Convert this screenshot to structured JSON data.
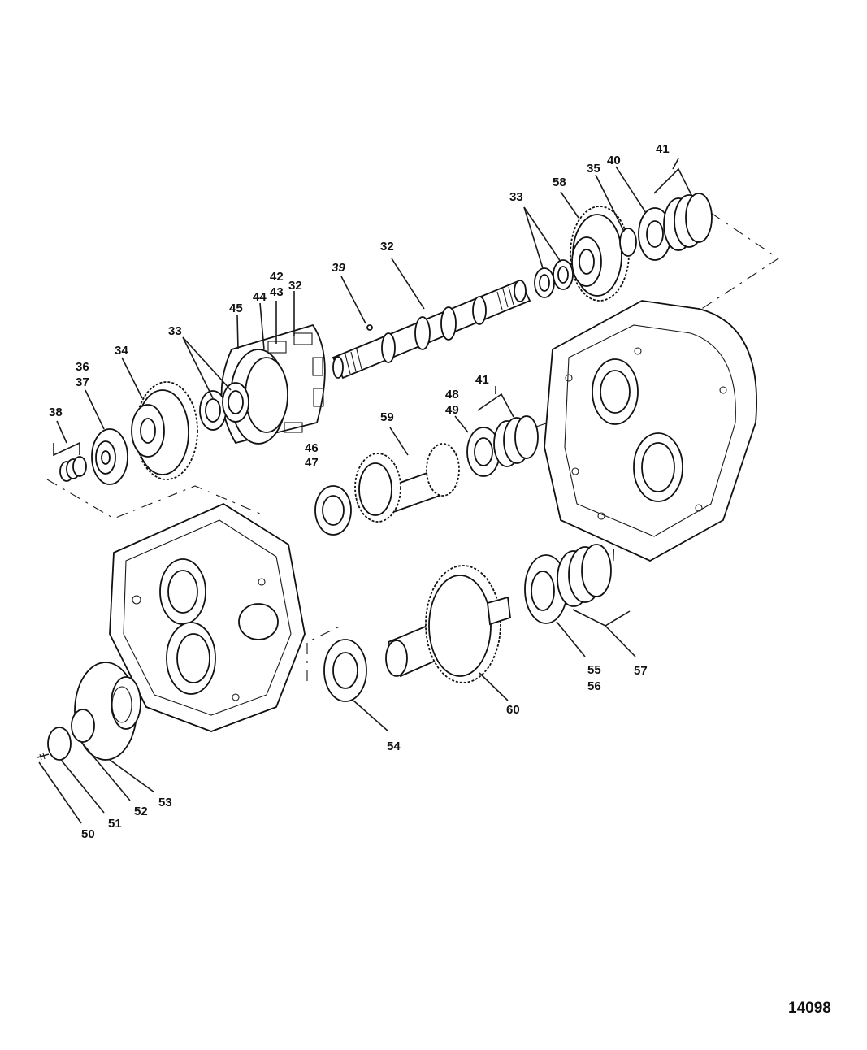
{
  "figure_number": "14098",
  "parts": [
    {
      "id": "p32a",
      "text": "32"
    },
    {
      "id": "p32b",
      "text": "32"
    },
    {
      "id": "p33a",
      "text": "33"
    },
    {
      "id": "p33b",
      "text": "33"
    },
    {
      "id": "p34",
      "text": "34"
    },
    {
      "id": "p35",
      "text": "35"
    },
    {
      "id": "p36",
      "text": "36"
    },
    {
      "id": "p37",
      "text": "37"
    },
    {
      "id": "p38",
      "text": "38"
    },
    {
      "id": "p39",
      "text": "39"
    },
    {
      "id": "p40",
      "text": "40"
    },
    {
      "id": "p41a",
      "text": "41"
    },
    {
      "id": "p41b",
      "text": "41"
    },
    {
      "id": "p42",
      "text": "42"
    },
    {
      "id": "p43",
      "text": "43"
    },
    {
      "id": "p44",
      "text": "44"
    },
    {
      "id": "p45",
      "text": "45"
    },
    {
      "id": "p46",
      "text": "46"
    },
    {
      "id": "p47",
      "text": "47"
    },
    {
      "id": "p48",
      "text": "48"
    },
    {
      "id": "p49",
      "text": "49"
    },
    {
      "id": "p50",
      "text": "50"
    },
    {
      "id": "p51",
      "text": "51"
    },
    {
      "id": "p52",
      "text": "52"
    },
    {
      "id": "p53",
      "text": "53"
    },
    {
      "id": "p54",
      "text": "54"
    },
    {
      "id": "p55",
      "text": "55"
    },
    {
      "id": "p56",
      "text": "56"
    },
    {
      "id": "p57",
      "text": "57"
    },
    {
      "id": "p58",
      "text": "58"
    },
    {
      "id": "p59",
      "text": "59"
    },
    {
      "id": "p60",
      "text": "60"
    }
  ]
}
